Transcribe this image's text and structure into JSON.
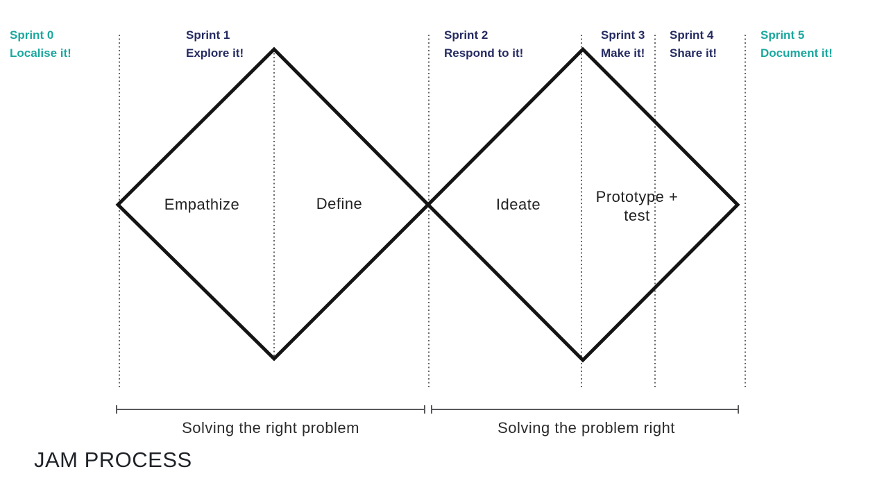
{
  "title": "JAM PROCESS",
  "colors": {
    "teal": "#1BA79E",
    "navy": "#252B61",
    "diamond_stroke": "#141414",
    "measure_line": "#58595B",
    "text_dark": "#2B2B2B"
  },
  "sprints": [
    {
      "name": "Sprint 0",
      "tagline": "Localise it!",
      "highlight": true
    },
    {
      "name": "Sprint 1",
      "tagline": "Explore it!",
      "highlight": false
    },
    {
      "name": "Sprint 2",
      "tagline": "Respond to it!",
      "highlight": false
    },
    {
      "name": "Sprint 3",
      "tagline": "Make it!",
      "highlight": false
    },
    {
      "name": "Sprint 4",
      "tagline": "Share it!",
      "highlight": false
    },
    {
      "name": "Sprint 5",
      "tagline": "Document it!",
      "highlight": true
    }
  ],
  "phases": [
    {
      "label": "Empathize"
    },
    {
      "label": "Define"
    },
    {
      "label": "Ideate"
    },
    {
      "label": "Prototype + test"
    }
  ],
  "ranges": [
    {
      "label": "Solving the right problem"
    },
    {
      "label": "Solving the problem right"
    }
  ]
}
